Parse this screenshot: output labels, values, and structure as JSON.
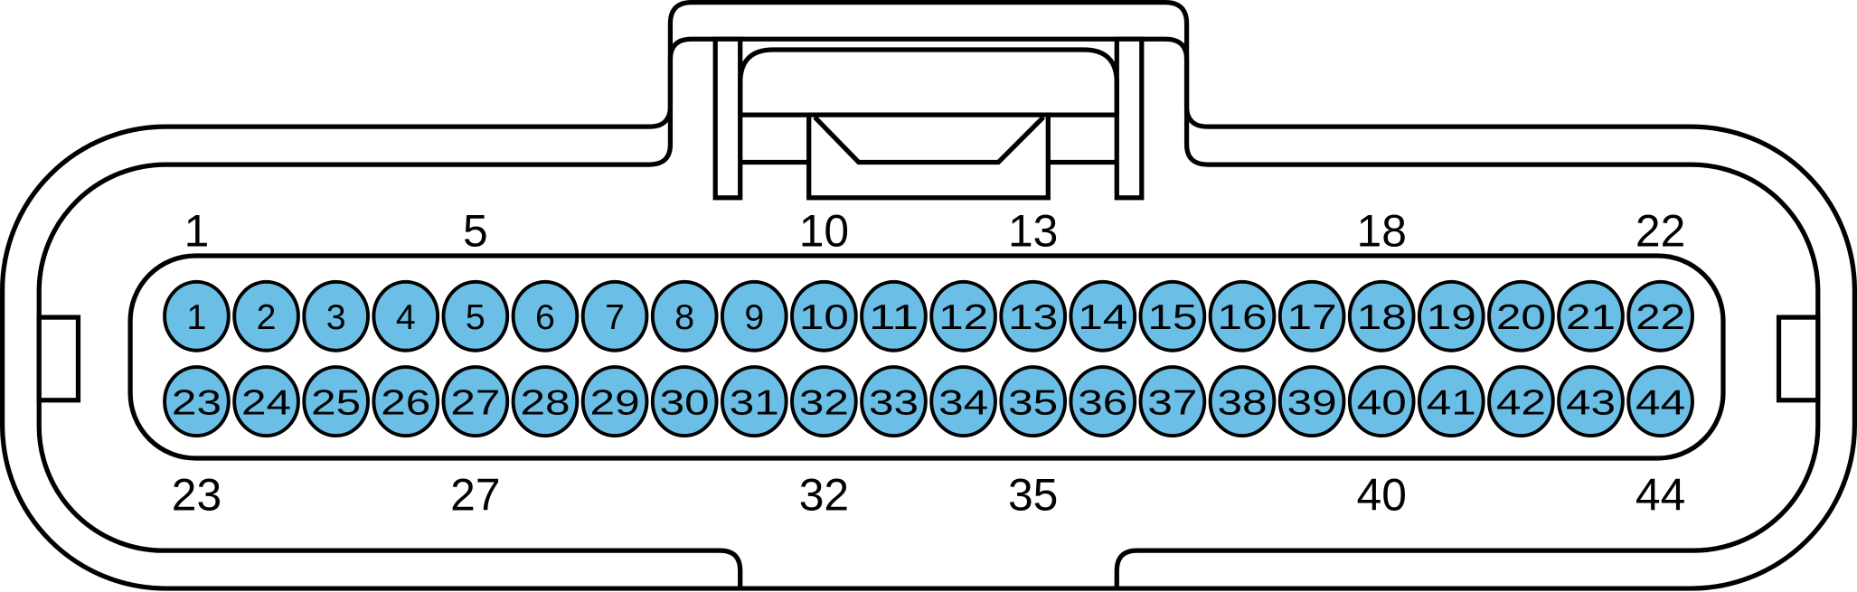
{
  "connector": {
    "pin_fill_color": "#6bbfe6",
    "outline_color": "#000000",
    "top_row_pins": [
      "1",
      "2",
      "3",
      "4",
      "5",
      "6",
      "7",
      "8",
      "9",
      "10",
      "11",
      "12",
      "13",
      "14",
      "15",
      "16",
      "17",
      "18",
      "19",
      "20",
      "21",
      "22"
    ],
    "bottom_row_pins": [
      "23",
      "24",
      "25",
      "26",
      "27",
      "28",
      "29",
      "30",
      "31",
      "32",
      "33",
      "34",
      "35",
      "36",
      "37",
      "38",
      "39",
      "40",
      "41",
      "42",
      "43",
      "44"
    ],
    "top_labels": [
      {
        "text": "1",
        "pin_index": 0
      },
      {
        "text": "5",
        "pin_index": 4
      },
      {
        "text": "10",
        "pin_index": 9
      },
      {
        "text": "13",
        "pin_index": 12
      },
      {
        "text": "18",
        "pin_index": 17
      },
      {
        "text": "22",
        "pin_index": 21
      }
    ],
    "bottom_labels": [
      {
        "text": "23",
        "pin_index": 0
      },
      {
        "text": "27",
        "pin_index": 4
      },
      {
        "text": "32",
        "pin_index": 9
      },
      {
        "text": "35",
        "pin_index": 12
      },
      {
        "text": "40",
        "pin_index": 17
      },
      {
        "text": "44",
        "pin_index": 21
      }
    ]
  }
}
